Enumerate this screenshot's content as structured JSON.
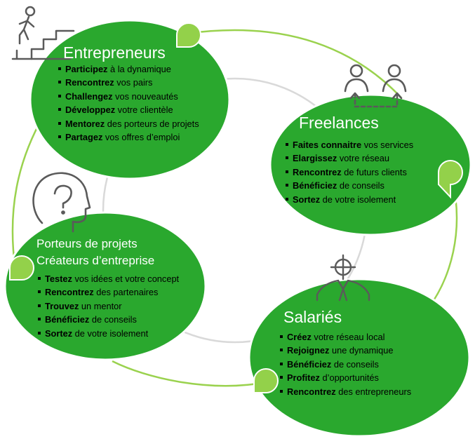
{
  "colors": {
    "bubble_fill": "#2aa82e",
    "bubble_stroke": "#ffffff",
    "ring_green": "#9ad24e",
    "ring_gray": "#d9d9d9",
    "knob_green": "#93d14a",
    "icon_gray": "#5a5a5a"
  },
  "entrepreneurs": {
    "icon": "person-climbing-stairs-icon",
    "title": "Entrepreneurs",
    "items": [
      {
        "verb": "Participez",
        "rest": " à la dynamique"
      },
      {
        "verb": "Rencontrez",
        "rest": " vos pairs"
      },
      {
        "verb": "Challengez",
        "rest": " vos nouveautés"
      },
      {
        "verb": "Développez",
        "rest": " votre clientèle"
      },
      {
        "verb": "Mentorez",
        "rest": "  des porteurs de projets"
      },
      {
        "verb": "Partagez",
        "rest": " vos offres d’emploi"
      }
    ]
  },
  "freelances": {
    "icon": "two-people-exchange-icon",
    "title": "Freelances",
    "items": [
      {
        "verb": "Faites connaitre",
        "rest": " vos services"
      },
      {
        "verb": "Elargissez",
        "rest": " votre réseau"
      },
      {
        "verb": "Rencontrez",
        "rest": " de futurs clients"
      },
      {
        "verb": "Bénéficiez",
        "rest": " de conseils"
      },
      {
        "verb": "Sortez",
        "rest": " de votre isolement"
      }
    ]
  },
  "porteurs": {
    "icon": "head-question-mark-icon",
    "title_line1": "Porteurs de projets",
    "title_line2": "Créateurs d’entreprise",
    "items": [
      {
        "verb": "Testez",
        "rest": " vos idées et votre concept"
      },
      {
        "verb": "Rencontrez",
        "rest": " des partenaires"
      },
      {
        "verb": "Trouvez",
        "rest": " un mentor"
      },
      {
        "verb": "Bénéficiez",
        "rest": " de conseils"
      },
      {
        "verb": "Sortez",
        "rest": " de votre isolement"
      }
    ]
  },
  "salaries": {
    "icon": "employee-target-icon",
    "title": "Salariés",
    "items": [
      {
        "verb": "Créez",
        "rest": " votre réseau local"
      },
      {
        "verb": "Rejoignez",
        "rest": " une dynamique"
      },
      {
        "verb": "Bénéficiez",
        "rest": " de conseils"
      },
      {
        "verb": "Profitez",
        "rest": " d’opportunités"
      },
      {
        "verb": "Rencontrez",
        "rest": " des entrepreneurs"
      }
    ]
  }
}
